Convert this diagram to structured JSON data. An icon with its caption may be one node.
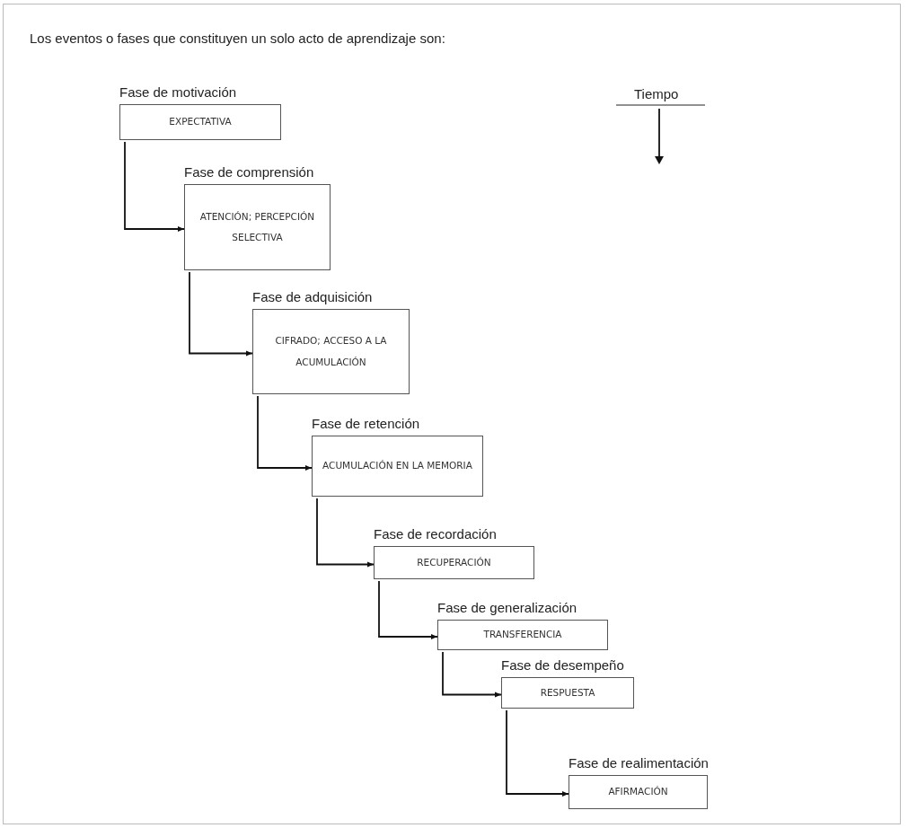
{
  "diagram": {
    "title": "Los eventos o fases que constituyen un solo acto de aprendizaje son:",
    "nodes": [
      {
        "text": [
          "Fase de motivación",
          "EXPECTATIVA"
        ]
      },
      {
        "text": [
          "Fase de comprensión",
          "ATENCIÓN; PERCEPCIÓN SELECTIVA"
        ]
      },
      {
        "text": [
          "Fase de adquisición",
          "CIFRADO; ACCESO A LA ACUMULACIÓN"
        ]
      },
      {
        "text": [
          "Fase de retención",
          "ACUMULACIÓN EN LA MEMORIA"
        ]
      },
      {
        "text": [
          "Fase de recordación",
          "RECUPERACIÓN"
        ]
      },
      {
        "text": [
          "Fase de generalización",
          "TRANSFERENCIA"
        ]
      },
      {
        "text": [
          "Fase de desempeño",
          "RESPUESTA"
        ]
      },
      {
        "text": [
          "Fase de realimentación",
          "AFIRMACIÓN"
        ]
      }
    ],
    "edges": [
      {
        "from": 0,
        "to": 1,
        "arrow": "to"
      },
      {
        "from": 1,
        "to": 2,
        "arrow": "to"
      },
      {
        "from": 2,
        "to": 3,
        "arrow": "to"
      },
      {
        "from": 3,
        "to": 4,
        "arrow": "to"
      },
      {
        "from": 4,
        "to": 5,
        "arrow": "to"
      },
      {
        "from": 5,
        "to": 6,
        "arrow": "to"
      },
      {
        "from": 6,
        "to": 7,
        "arrow": "to"
      }
    ],
    "labels": [
      "Tiempo"
    ]
  }
}
